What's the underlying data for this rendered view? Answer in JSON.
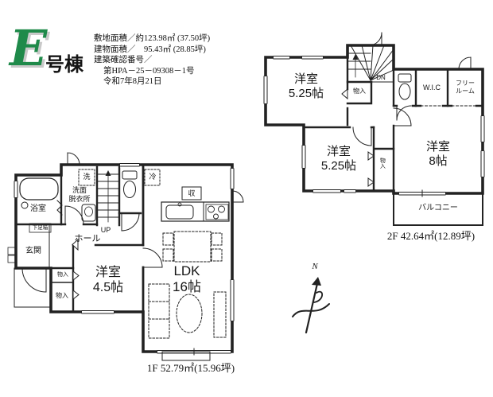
{
  "header": {
    "logo_letter": "E",
    "logo_suffix": "号棟",
    "info_lines": [
      "敷地面積／約123.98㎡ (37.50坪)",
      "建物面積／　95.43㎡ (28.85坪)",
      "建築確認番号／",
      "第HPA－25－09308－1号",
      "令和7年8月21日"
    ]
  },
  "floor1": {
    "labels": {
      "bathroom": "浴室",
      "washer": "洗",
      "washroom": "洗面\n脱衣所",
      "shoe_box": "下足箱",
      "entrance": "玄関",
      "up": "UP",
      "hall": "ホール",
      "closet_upper": "物入",
      "closet_lower": "物入",
      "bedroom": "洋室\n4.5帖",
      "fridge": "冷",
      "storage": "収",
      "ldk": "LDK\n16帖",
      "area": "1F 52.79㎡(15.96坪)"
    }
  },
  "floor2": {
    "labels": {
      "bedroom_a": "洋室\n5.25帖",
      "stair_closet": "物入",
      "dn": "DN",
      "wic": "W.I.C",
      "free_room": "フリー\nルーム",
      "bedroom_b": "洋室\n5.25帖",
      "mid_closet": "物入",
      "bedroom_c": "洋室\n8帖",
      "balcony": "バルコニー",
      "area": "2F 42.64㎡(12.89坪)"
    }
  },
  "compass": {
    "north": "N"
  },
  "colors": {
    "logo_green": "#1f8a4a",
    "line": "#222222"
  }
}
